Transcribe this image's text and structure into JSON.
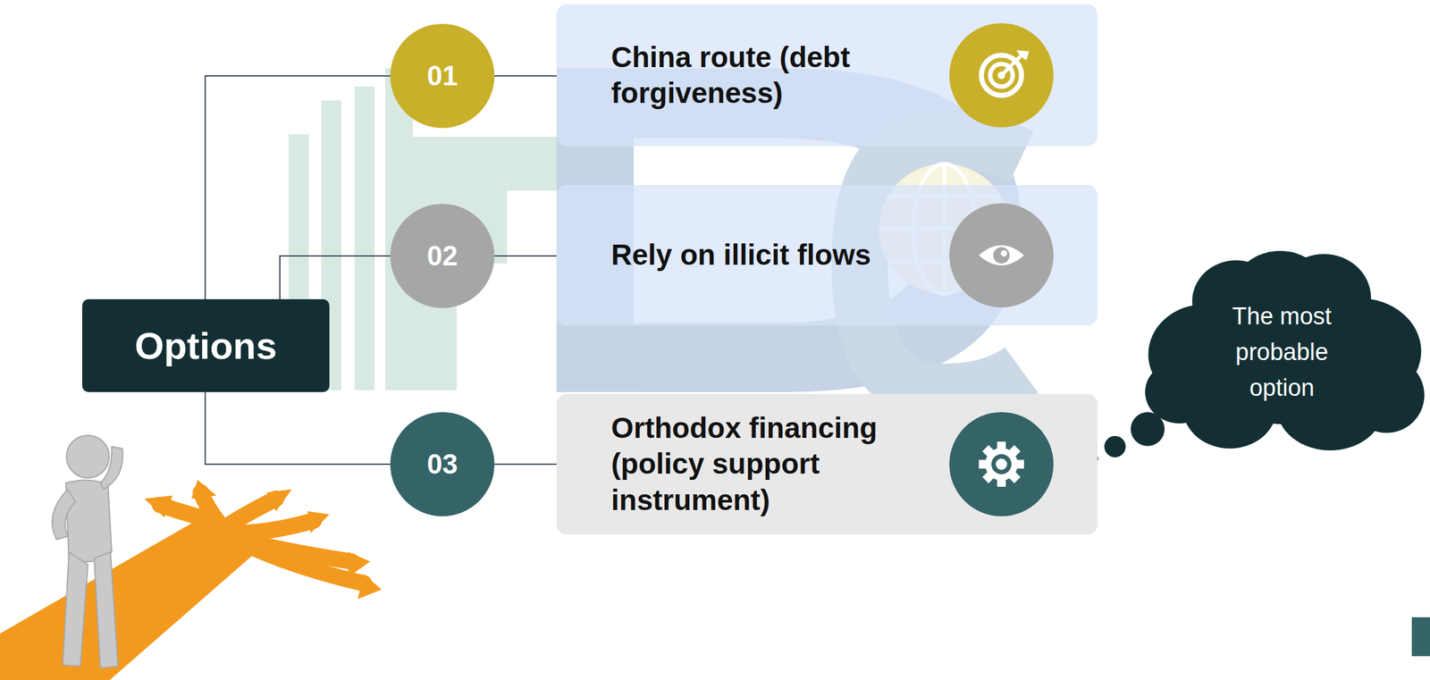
{
  "diagram": {
    "nodes": [
      {
        "text": [
          "Options"
        ]
      },
      {
        "text": [
          "01"
        ]
      },
      {
        "text": [
          "China route (debt forgiveness)"
        ]
      },
      {
        "text": [
          "02"
        ]
      },
      {
        "text": [
          "Rely on illicit flows"
        ]
      },
      {
        "text": [
          "03"
        ]
      },
      {
        "text": [
          "Orthodox financing (policy support instrument)"
        ]
      },
      {
        "text": [
          "The most probable option"
        ]
      }
    ],
    "edges": [
      {
        "from": 0,
        "to": 1,
        "arrow": "none"
      },
      {
        "from": 1,
        "to": 2,
        "arrow": "none"
      },
      {
        "from": 0,
        "to": 3,
        "arrow": "none"
      },
      {
        "from": 3,
        "to": 4,
        "arrow": "none"
      },
      {
        "from": 0,
        "to": 5,
        "arrow": "none"
      },
      {
        "from": 5,
        "to": 6,
        "arrow": "none"
      }
    ]
  }
}
